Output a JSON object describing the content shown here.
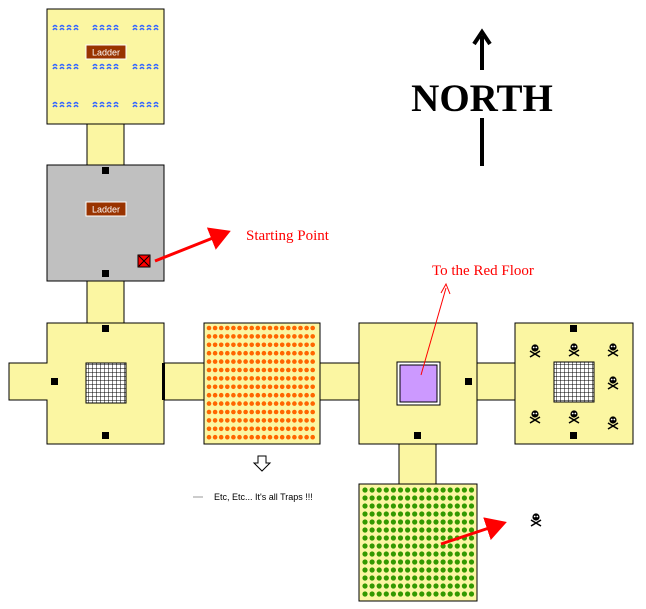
{
  "compass": {
    "label": "NORTH"
  },
  "ladder_top": {
    "label": "Ladder"
  },
  "ladder_start": {
    "label": "Ladder"
  },
  "starting_point": {
    "label": "Starting Point"
  },
  "red_floor": {
    "label": "To the Red Floor"
  },
  "traps_note": {
    "label": "Etc, Etc... It's all Traps !!!"
  },
  "colors": {
    "room_fill": "#fbf6a2",
    "start_room_fill": "#c0c0c0",
    "ladder": "#993300",
    "annotation_red": "#ff0000",
    "water": "#3366ff",
    "orange_trap": "#ff6600",
    "green_trap": "#339900",
    "purple_stairs": "#cc99ff"
  },
  "icons": [
    "water-hazard-icon",
    "trap-tile-icon",
    "skull-crossbones-icon",
    "grate-icon",
    "door-icon",
    "down-arrow-icon",
    "x-marker-icon"
  ]
}
